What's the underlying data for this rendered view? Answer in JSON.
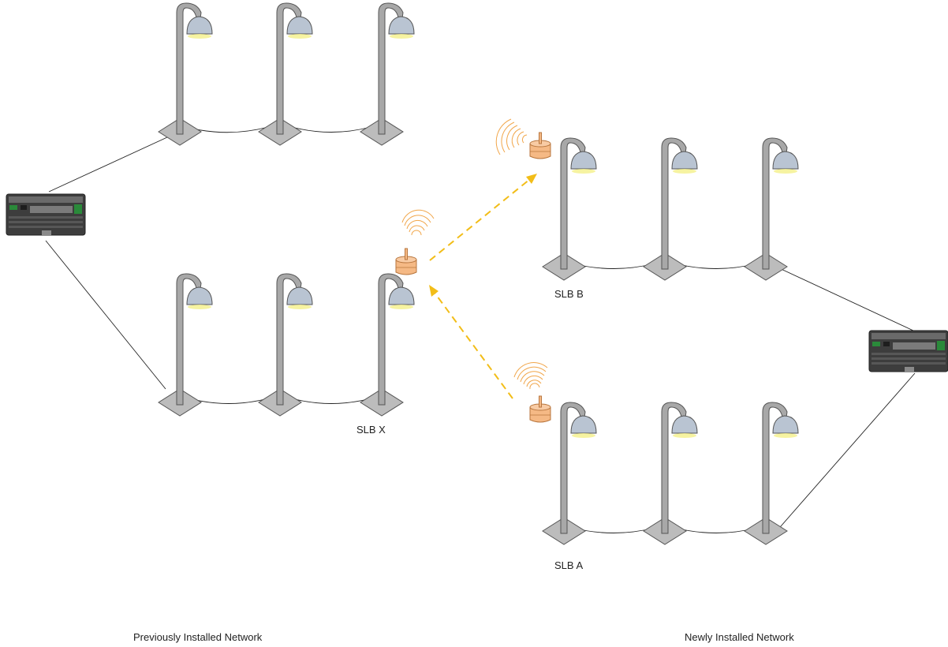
{
  "labels": {
    "slb_x": "SLB X",
    "slb_b": "SLB B",
    "slb_a": "SLB A",
    "previous_network": "Previously Installed Network",
    "new_network": "Newly Installed Network"
  },
  "colors": {
    "pole": "#a8a8a8",
    "pole_stroke": "#555555",
    "lamp_shade": "#b9c4d2",
    "lamp_glow": "#f4f08a",
    "base": "#bcbcbc",
    "cable": "#222222",
    "radio_body": "#f5b985",
    "radio_stroke": "#b8763e",
    "signal_waves": "#f1a64a",
    "wireless_link": "#f2bd18",
    "controller_body": "#3d3d3d"
  },
  "icons": {
    "street_light": "street-light-icon",
    "radio": "radio-repeater-icon",
    "controller": "segment-controller-icon"
  }
}
